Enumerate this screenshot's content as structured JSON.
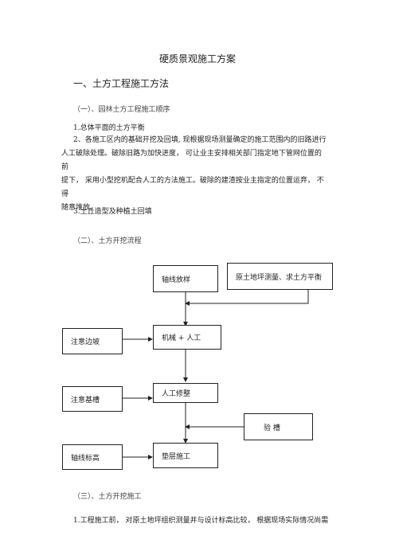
{
  "document": {
    "title": "硬质景观施工方案",
    "heading1": "一、土方工程施工方法",
    "section1_title": "（一）、园林土方工程施工顺序",
    "item1": "1.总体平面的土方平衡",
    "item2_line1": "2、各施工区内的基础开挖及回填, 现根据现场测量确定的施工范围内的旧路进行",
    "item2_line2": "人工破除处理。破除旧路为加快进度，  可让业主安排相关部门指定地下管网位置的前",
    "item2_line3": "提下，  采用小型挖机配合人工的方法施工。破除的建渣按业主指定的位置运弃，  不得",
    "item2_line4": "随意堆放。",
    "item3": "3.土丘造型及种植土回填",
    "section2_title": "（二）、土方开挖流程",
    "section3_title": "（三）、土方开挖施工",
    "last_line": "1.工程施工前，  对原土地坪组织测量并与设计标高比较，  根据现场实际情况尚需"
  },
  "flowchart": {
    "axis_setout": "轴线放样",
    "survey": "原土地坪测量、求土方平衡",
    "side_slope": "注意边坡",
    "mech_manual": "机械 + 人工",
    "base_trench": "注意基槽",
    "manual_trim": "人工修整",
    "inspect_trench": "验    槽",
    "axis_elevation": "轴线标高",
    "cushion": "垫层施工"
  }
}
